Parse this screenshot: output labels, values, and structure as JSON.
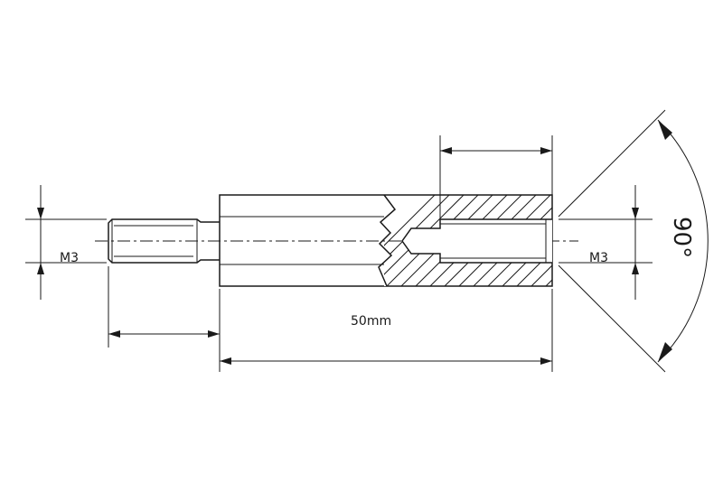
{
  "labels": {
    "left_thread": "M3",
    "right_thread": "M3",
    "length": "50mm",
    "angle": "90°"
  }
}
